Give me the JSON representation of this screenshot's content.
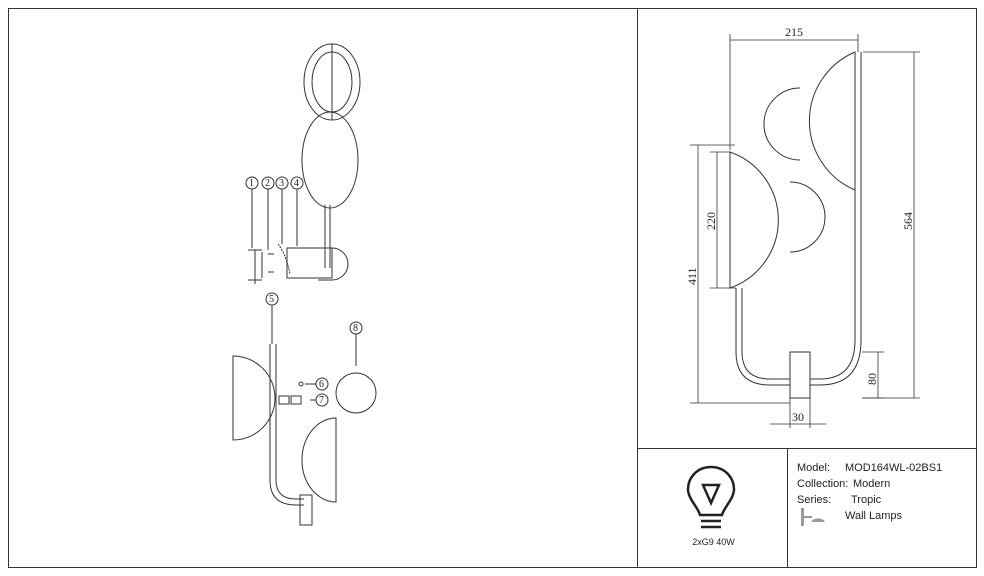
{
  "spec": {
    "model_label": "Model:",
    "model_value": "MOD164WL-02BS1",
    "collection_label": "Collection:",
    "collection_value": "Modern",
    "series_label": "Series:",
    "series_value": "Tropic",
    "type_value": "Wall Lamps"
  },
  "bulb": {
    "power": "2xG9 40W"
  },
  "dimensions": {
    "width": "215",
    "total_height": "564",
    "lower_height": "411",
    "shade_height": "220",
    "base_height": "80",
    "base_width": "30"
  },
  "parts": [
    "1",
    "2",
    "3",
    "4",
    "5",
    "6",
    "7",
    "8"
  ]
}
